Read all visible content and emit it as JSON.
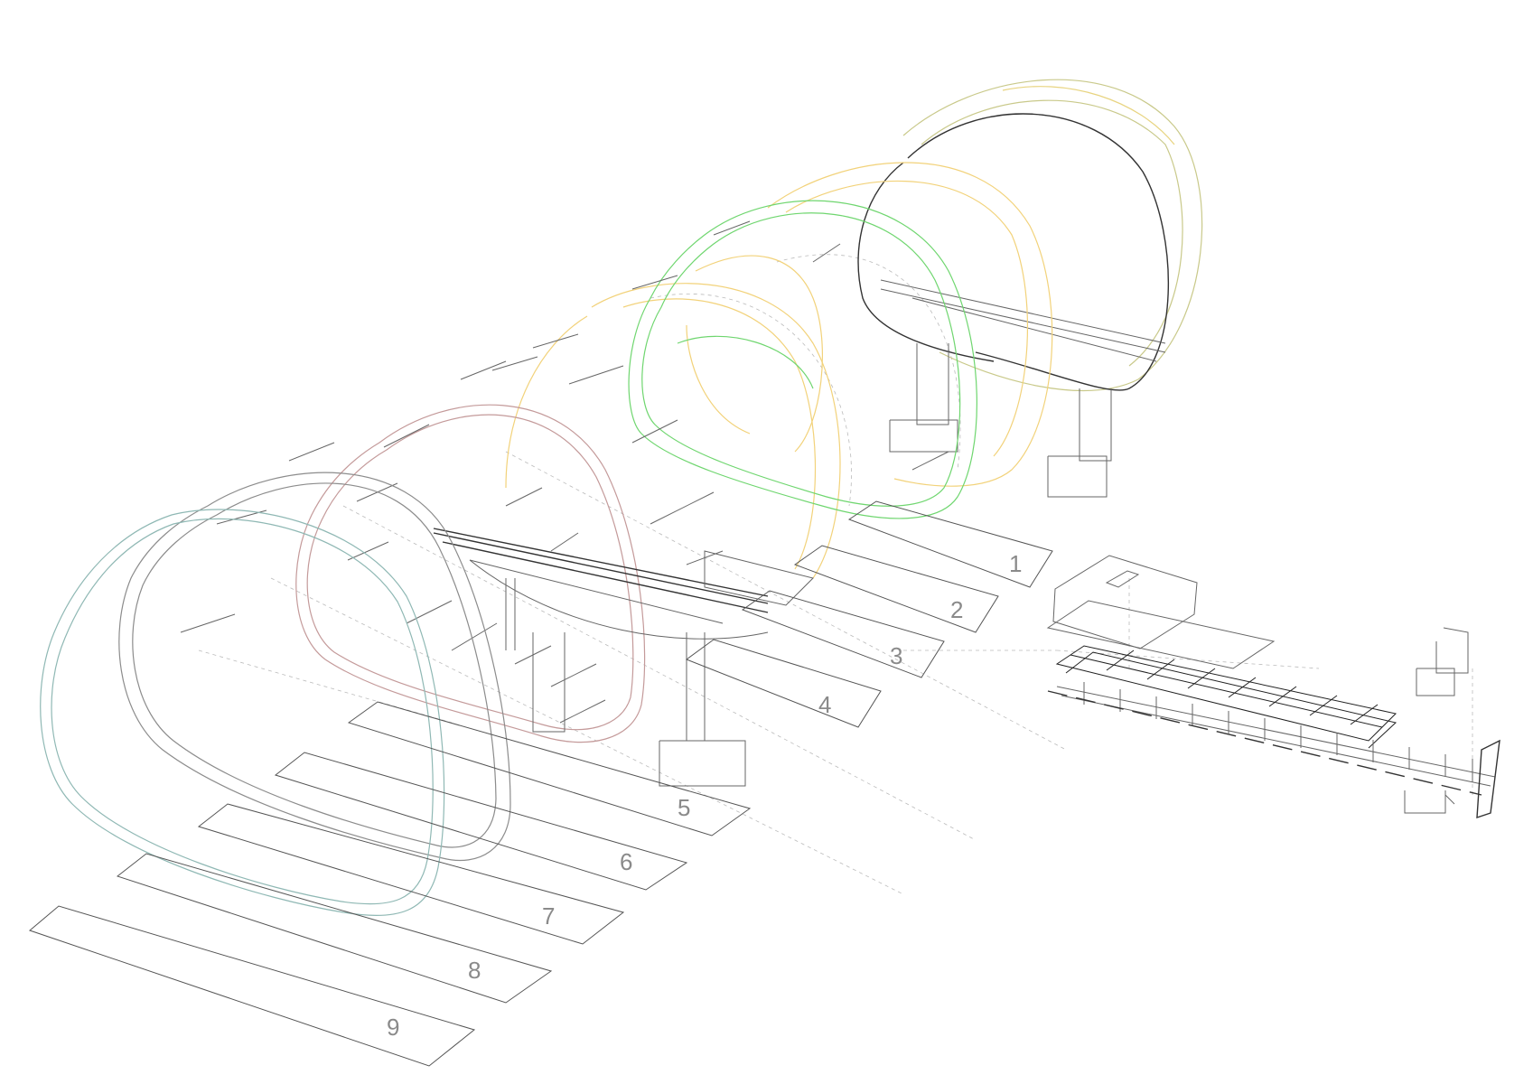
{
  "diagram": {
    "layer_labels": [
      "1",
      "2",
      "3",
      "4",
      "5",
      "6",
      "7",
      "8",
      "9"
    ],
    "layer_colors": {
      "teal": "#8fb8b4",
      "grey": "#8c8c8c",
      "rose": "#c49a9a",
      "yellow": "#f2d27a",
      "green": "#6fd66f",
      "olive": "#c9c98a",
      "dark": "#555555",
      "slat": "#d4a0a0"
    }
  }
}
